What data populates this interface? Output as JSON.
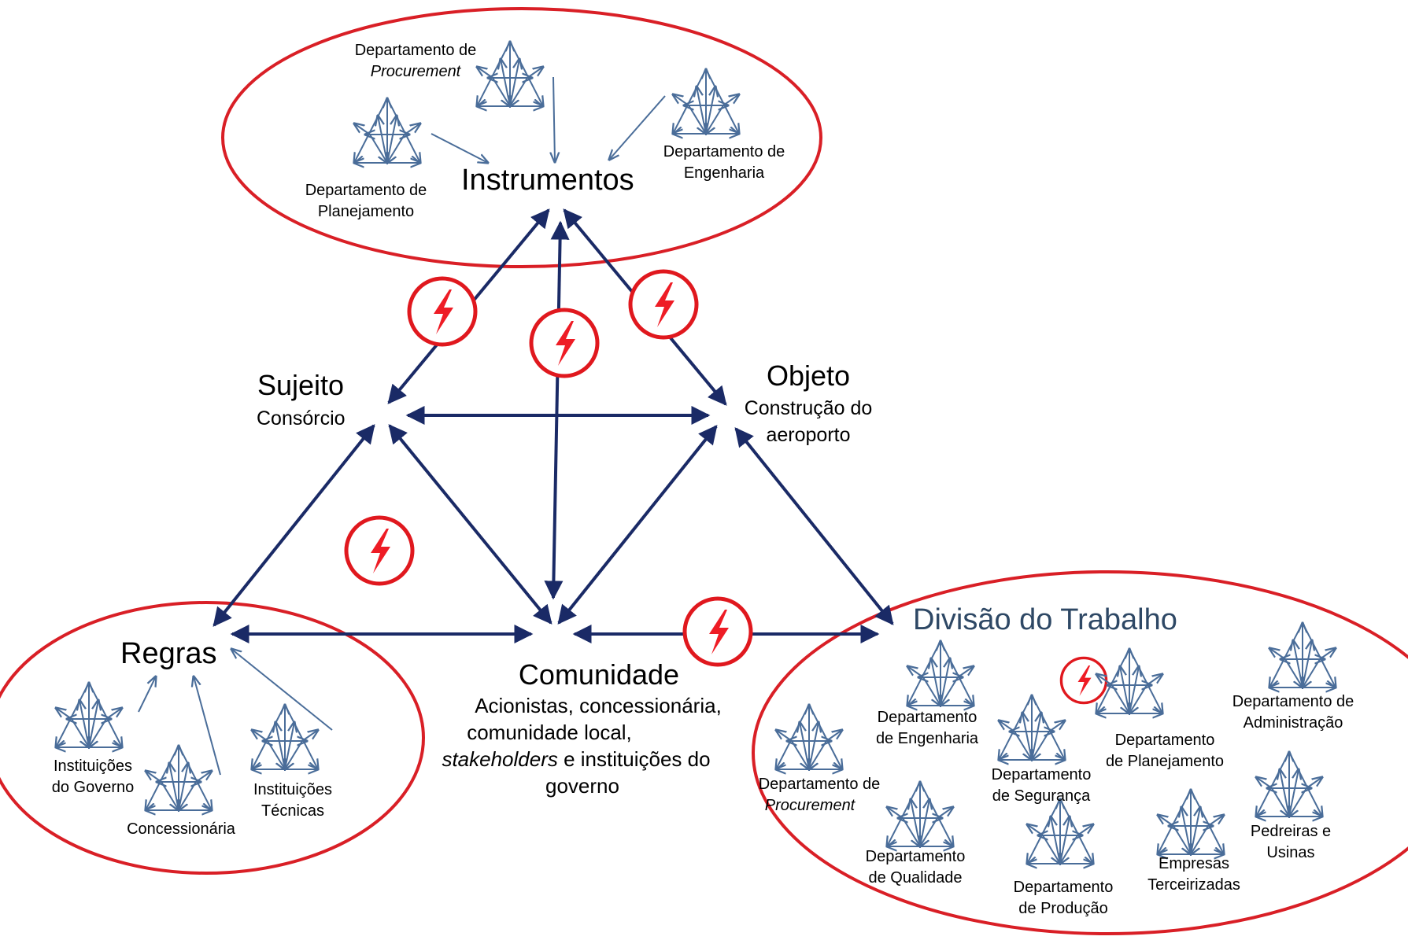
{
  "instrumentos": {
    "title": "Instrumentos",
    "procurement": {
      "line1": "Departamento de",
      "line2": "Procurement"
    },
    "engenharia": {
      "line1": "Departamento de",
      "line2": "Engenharia"
    },
    "planejamento": {
      "line1": "Departamento de",
      "line2": "Planejamento"
    }
  },
  "sujeito": {
    "title": "Sujeito",
    "subtitle": "Consórcio"
  },
  "objeto": {
    "title": "Objeto",
    "subtitle_line1": "Construção do",
    "subtitle_line2": "aeroporto"
  },
  "regras": {
    "title": "Regras",
    "governo": {
      "line1": "Instituições",
      "line2": "do Governo"
    },
    "concessionaria": "Concessionária",
    "tecnicas": {
      "line1": "Instituições",
      "line2": "Técnicas"
    }
  },
  "comunidade": {
    "title": "Comunidade",
    "line1": "Acionistas, concessionária,",
    "line2": "comunidade local,",
    "line3_italic": "stakeholders",
    "line3_rest": " e instituições do",
    "line4": "governo"
  },
  "divisao": {
    "title": "Divisão do Trabalho",
    "engenharia": {
      "line1": "Departamento",
      "line2": "de Engenharia"
    },
    "planejamento": {
      "line1": "Departamento",
      "line2": "de Planejamento"
    },
    "administracao": {
      "line1": "Departamento de",
      "line2": "Administração"
    },
    "procurement": {
      "line1": "Departamento de",
      "line2": "Procurement"
    },
    "seguranca": {
      "line1": "Departamento",
      "line2": "de Segurança"
    },
    "qualidade": {
      "line1": "Departamento",
      "line2": "de Qualidade"
    },
    "producao": {
      "line1": "Departamento",
      "line2": "de Produção"
    },
    "terceirizadas": {
      "line1": "Empresas",
      "line2": "Terceirizadas"
    },
    "pedreiras": {
      "line1": "Pedreiras e",
      "line2": "Usinas"
    }
  },
  "colors": {
    "ellipse_border": "#d91f26",
    "main_arrows": "#1a2a66",
    "mini_network": "#4a6d99",
    "divisao_title": "#2e4865",
    "contradiction_bolt": "#ee1c25"
  }
}
